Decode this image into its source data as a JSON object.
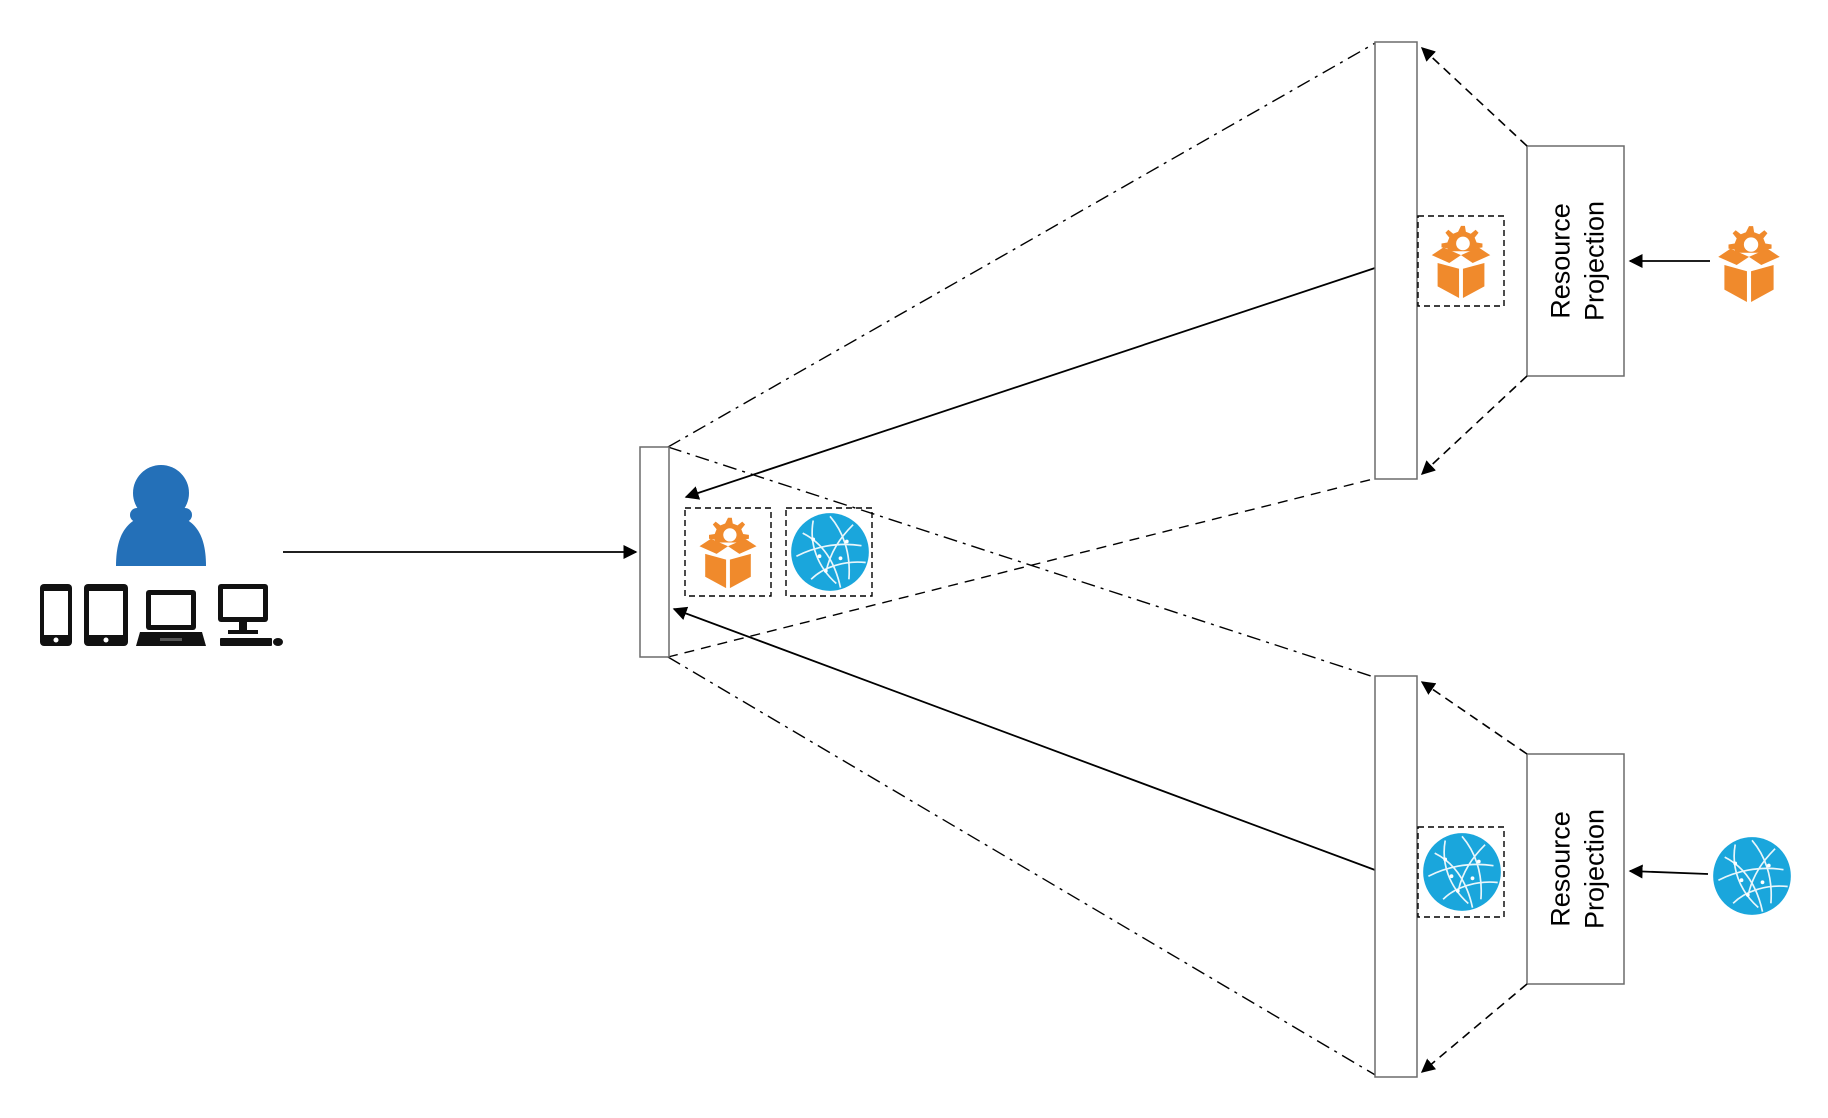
{
  "diagram": {
    "nodes": {
      "user": {
        "icon": "user-icon"
      },
      "devices": [
        {
          "icon": "smartphone-icon"
        },
        {
          "icon": "tablet-icon"
        },
        {
          "icon": "laptop-icon"
        },
        {
          "icon": "desktop-computer-icon"
        }
      ],
      "access_panel": {
        "contents": [
          "service-package-icon",
          "network-globe-icon"
        ]
      },
      "top_panel": {
        "contents": [
          "service-package-icon"
        ]
      },
      "bottom_panel": {
        "contents": [
          "network-globe-icon"
        ]
      },
      "top_projection": {
        "label_line1": "Resource",
        "label_line2": "Projection"
      },
      "bottom_projection": {
        "label_line1": "Resource",
        "label_line2": "Projection"
      },
      "top_source": {
        "icon": "service-package-icon"
      },
      "bottom_source": {
        "icon": "network-globe-icon"
      }
    },
    "colors": {
      "user_blue": "#2470b8",
      "package_orange": "#f08a2c",
      "globe_cyan": "#1aa6dc",
      "line": "#000000",
      "panel_border": "#6b6b6b"
    }
  }
}
